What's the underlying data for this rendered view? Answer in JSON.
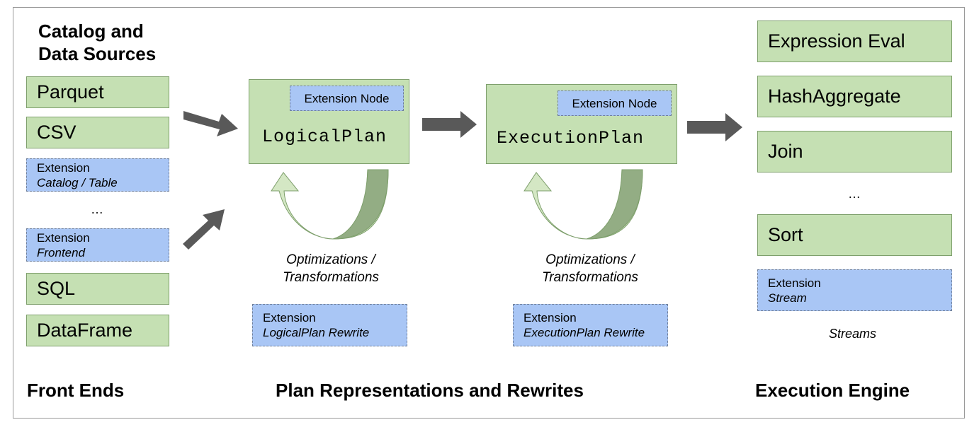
{
  "headings": {
    "catalog_line1": "Catalog and",
    "catalog_line2": "Data Sources",
    "front_ends": "Front Ends",
    "plans": "Plan Representations and Rewrites",
    "engine": "Execution Engine"
  },
  "front_end_boxes": {
    "parquet": "Parquet",
    "csv": "CSV",
    "ext_catalog_l1": "Extension",
    "ext_catalog_l2": "Catalog / Table",
    "ellipsis": "…",
    "ext_frontend_l1": "Extension",
    "ext_frontend_l2": "Frontend",
    "sql": "SQL",
    "dataframe": "DataFrame"
  },
  "logical": {
    "ext_node": "Extension Node",
    "title": "LogicalPlan",
    "opt_l1": "Optimizations /",
    "opt_l2": "Transformations",
    "rewrite_l1": "Extension",
    "rewrite_l2": "LogicalPlan Rewrite"
  },
  "execution": {
    "ext_node": "Extension Node",
    "title": "ExecutionPlan",
    "opt_l1": "Optimizations /",
    "opt_l2": "Transformations",
    "rewrite_l1": "Extension",
    "rewrite_l2": "ExecutionPlan Rewrite"
  },
  "engine": {
    "expr": "Expression Eval",
    "hash": "HashAggregate",
    "join": "Join",
    "ellipsis": "…",
    "sort": "Sort",
    "ext_stream_l1": "Extension",
    "ext_stream_l2": "Stream",
    "streams": "Streams"
  },
  "colors": {
    "green_fill": "#c5e0b3",
    "blue_fill": "#a9c6f5",
    "arrow_gray": "#595959",
    "loop_light": "#d4e7c4",
    "loop_dark": "#93ad84"
  }
}
